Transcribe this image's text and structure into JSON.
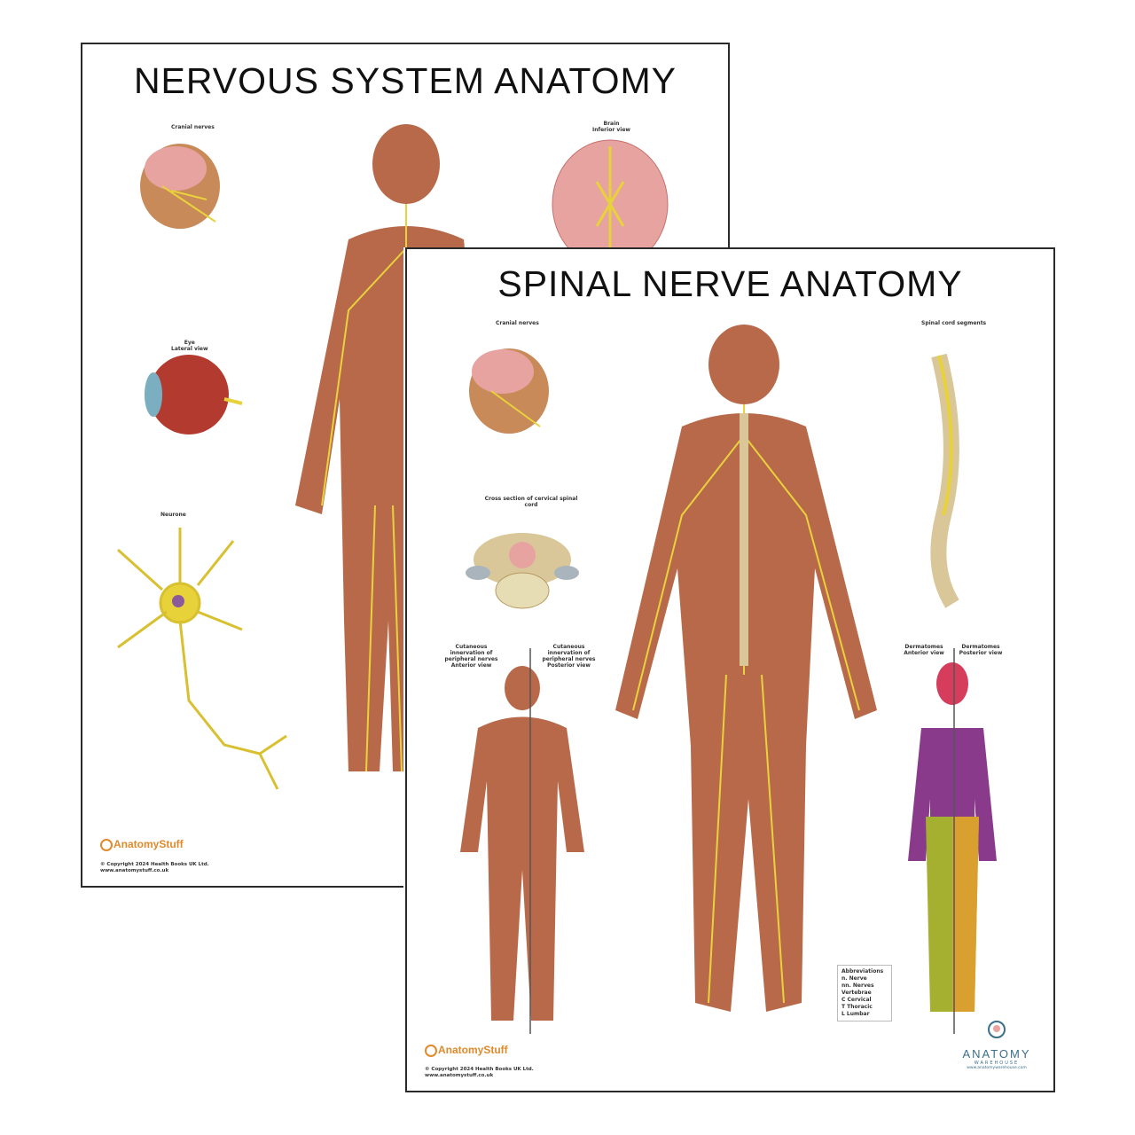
{
  "poster_nervous": {
    "title": "NERVOUS SYSTEM ANATOMY",
    "sections": {
      "cranial": "Cranial nerves",
      "brain": "Brain\nInferior view",
      "eye": "Eye\nLateral view",
      "neurone": "Neurone"
    },
    "logo": "AnatomyStuff",
    "copyright": "© Copyright 2024 Health Books UK Ltd.",
    "url": "www.anatomystuff.co.uk"
  },
  "poster_spinal": {
    "title": "SPINAL NERVE ANATOMY",
    "sections": {
      "cranial": "Cranial nerves",
      "spinal_cord": "Spinal cord segments",
      "cross_section": "Cross section of cervical spinal cord",
      "cut_anterior": "Cutaneous innervation of peripheral nerves Anterior view",
      "cut_posterior": "Cutaneous innervation of peripheral nerves Posterior view",
      "derm_anterior": "Dermatomes Anterior view",
      "derm_posterior": "Dermatomes Posterior view"
    },
    "abbreviations": {
      "heading": "Abbreviations",
      "items": [
        "n. Nerve",
        "nn. Nerves",
        "Vertebrae",
        "C Cervical",
        "T Thoracic",
        "L Lumbar"
      ]
    },
    "logo": "AnatomyStuff",
    "copyright": "© Copyright 2024 Health Books UK Ltd.",
    "url": "www.anatomystuff.co.uk",
    "brand": {
      "name": "ANATOMY",
      "sub": "WAREHOUSE",
      "url": "www.anatomywarehouse.com"
    }
  },
  "colors": {
    "skin": "#b8694a",
    "nerve": "#e8d23a",
    "brain": "#e7a3a0",
    "border": "#2a2a2a",
    "logo": "#e08a2c",
    "brand": "#3a6f8c"
  }
}
